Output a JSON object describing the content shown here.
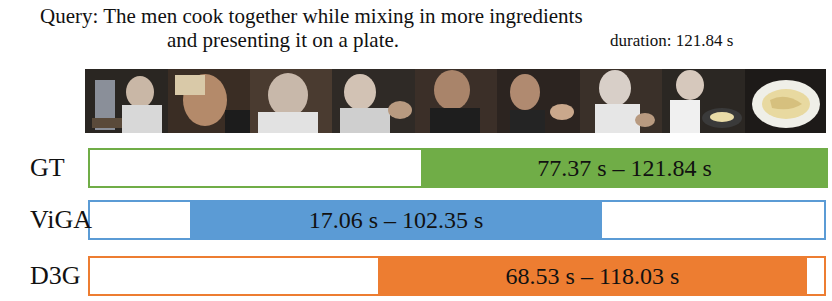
{
  "diagram": {
    "nodes": [
      {
        "text": [
          "GT"
        ]
      },
      {
        "text": [
          "77.37 s – 121.84 s"
        ],
        "in": 0
      },
      {
        "text": [
          "ViGA"
        ]
      },
      {
        "text": [
          "17.06 s – 102.35 s"
        ],
        "in": 2
      },
      {
        "text": [
          "D3G"
        ]
      },
      {
        "text": [
          "68.53 s – 118.03 s"
        ],
        "in": 4
      }
    ],
    "labels": [
      "Query: The men cook together while mixing in more ingredients and presenting it on a plate.",
      "duration: 121.84 s"
    ]
  }
}
